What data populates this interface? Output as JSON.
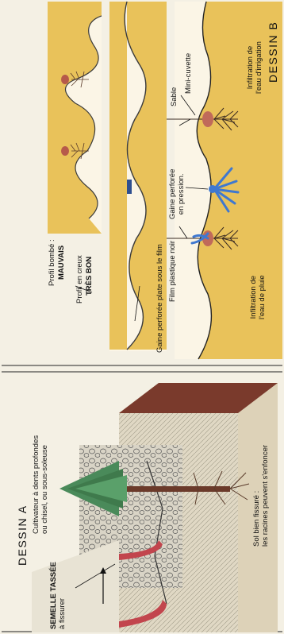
{
  "dessin_a": {
    "title": "DESSIN A",
    "cultivateur_line1": "Cultivateur à dents profondes",
    "cultivateur_line2": "ou chisel, ou sous-soleuse",
    "semelle_line1": "SEMELLE TASSÉE",
    "semelle_line2": "à fissurer",
    "sol_line1": "Sol bien fissuré :",
    "sol_line2": "les racines peuvent s'enfoncer"
  },
  "dessin_b": {
    "title": "DESSIN B",
    "profil_bombe_line1": "Profil bombé :",
    "profil_bombe_line2": "MAUVAIS",
    "profil_creux_line1": "Profil en creux",
    "profil_creux_line2": "TRÈS BON",
    "gaine_plate": "Gaine perforée plate sous le film",
    "film_plastique": "Film plastique noir",
    "gaine_pression_line1": "Gaine perforée",
    "gaine_pression_line2": "en pression.",
    "sable": "Sable",
    "mini_cuvette": "Mini-cuvette",
    "infiltration_pluie_line1": "Infiltration de",
    "infiltration_pluie_line2": "l'eau de pluie",
    "infiltration_irrigation_line1": "Infiltration de",
    "infiltration_irrigation_line2": "l'eau d'irrigation"
  },
  "colors": {
    "soil": "#e9c25a",
    "soil_light": "#f1d789",
    "ridge": "#3b3b3b",
    "water": "#3f78d0",
    "tree": "#4a8a5a",
    "trunk": "#6b3a2a",
    "pan": "#d8d2c0"
  }
}
